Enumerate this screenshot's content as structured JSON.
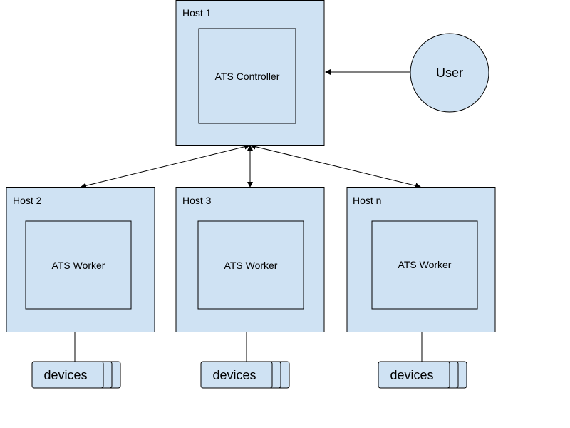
{
  "colors": {
    "fill": "#cfe2f3",
    "stroke": "#000000",
    "background": "#ffffff"
  },
  "controller_host": {
    "label": "Host 1",
    "component": "ATS Controller"
  },
  "user": {
    "label": "User"
  },
  "worker_hosts": [
    {
      "label": "Host 2",
      "component": "ATS Worker",
      "devices": "devices"
    },
    {
      "label": "Host 3",
      "component": "ATS Worker",
      "devices": "devices"
    },
    {
      "label": "Host n",
      "component": "ATS Worker",
      "devices": "devices"
    }
  ]
}
